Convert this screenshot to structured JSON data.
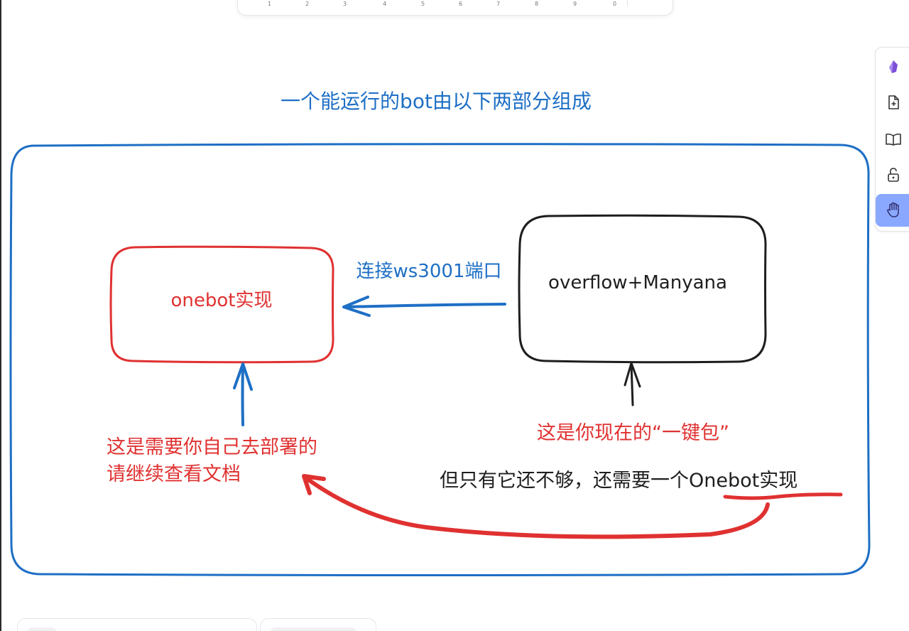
{
  "diagram": {
    "title": "一个能运行的bot由以下两部分组成",
    "onebot_box_label": "onebot实现",
    "overflow_box_label": "overflow+Manyana",
    "connect_label": "连接ws3001端口",
    "deploy_note_line1": "这是需要你自己去部署的",
    "deploy_note_line2": "请继续查看文档",
    "package_note": "这是你现在的“一键包”",
    "need_note_prefix": "但只有它还不够，还需要一个",
    "need_note_highlight": "Onebot",
    "need_note_suffix": "实现"
  },
  "toolbar": {
    "tool_numbers": [
      "1",
      "2",
      "3",
      "4",
      "5",
      "6",
      "7",
      "8",
      "9",
      "0"
    ]
  },
  "side_panel": {
    "items": [
      {
        "icon": "library-gem-icon"
      },
      {
        "icon": "add-file-icon"
      },
      {
        "icon": "book-open-icon"
      },
      {
        "icon": "unlock-icon"
      },
      {
        "icon": "hand-icon",
        "active": true
      }
    ]
  },
  "colors": {
    "blue": "#1e6fc5",
    "red": "#e03131",
    "black": "#1e1e1e",
    "active_tool": "#8aa8ff",
    "panel_icon": "#333333"
  }
}
